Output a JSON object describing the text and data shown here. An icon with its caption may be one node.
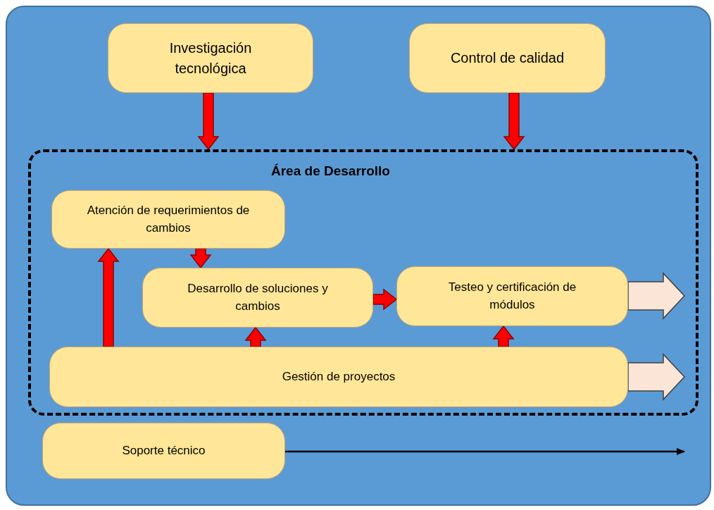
{
  "diagram": {
    "nodes": [
      {
        "text": [
          "Investigación tecnológica"
        ]
      },
      {
        "text": [
          "Control de calidad"
        ]
      },
      {
        "text": [
          "Área de Desarrollo"
        ]
      },
      {
        "text": [
          "Atención de requerimientos de cambios"
        ],
        "in": 2
      },
      {
        "text": [
          "Desarrollo de soluciones y cambios"
        ],
        "in": 2
      },
      {
        "text": [
          "Testeo y certificación de módulos"
        ],
        "in": 2
      },
      {
        "text": [
          "Gestión de proyectos"
        ],
        "in": 2
      },
      {
        "text": [
          "Soporte técnico"
        ]
      }
    ],
    "edges": [
      {
        "from": 0,
        "to": 2,
        "arrow": "to",
        "style": "thick"
      },
      {
        "from": 1,
        "to": 2,
        "arrow": "to",
        "style": "thick"
      },
      {
        "from": 3,
        "to": 4,
        "arrow": "to",
        "style": "thick"
      },
      {
        "from": 4,
        "to": 5,
        "arrow": "to",
        "style": "thick"
      },
      {
        "from": 6,
        "to": 3,
        "arrow": "to",
        "style": "thick"
      },
      {
        "from": 6,
        "to": 4,
        "arrow": "to",
        "style": "thick"
      },
      {
        "from": 6,
        "to": 5,
        "arrow": "to",
        "style": "thick"
      },
      {
        "from": 5,
        "to": null,
        "arrow": "to",
        "style": "thick",
        "color": "#fbe5d6"
      },
      {
        "from": 6,
        "to": null,
        "arrow": "to",
        "style": "thick",
        "color": "#fbe5d6"
      },
      {
        "from": 7,
        "to": null,
        "arrow": "to",
        "color": "#000000"
      }
    ]
  }
}
